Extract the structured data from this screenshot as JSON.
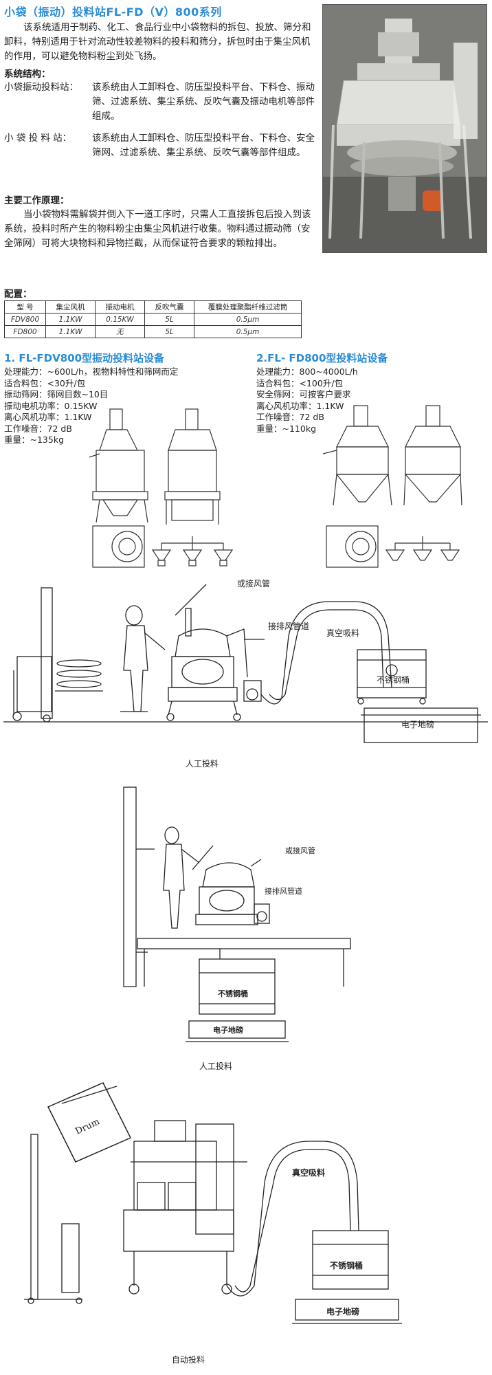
{
  "title": "小袋（振动）投料站FL-FD（V）800系列",
  "intro": "该系统适用于制药、化工、食品行业中小袋物料的拆包、投放、筛分和卸料，特别适用于针对流动性较差物料的投料和筛分，拆包时由于集尘风机的作用，可以避免物料粉尘到处飞扬。",
  "structure": {
    "heading": "系统结构：",
    "items": [
      {
        "label": "小袋振动投料站：",
        "text": "该系统由人工卸料仓、防压型投料平台、下料仓、振动筛、过滤系统、集尘系统、反吹气囊及振动电机等部件组成。"
      },
      {
        "label": "小 袋 投 料 站：",
        "text": "该系统由人工卸料仓、防压型投料平台、下料仓、安全筛网、过滤系统、集尘系统、反吹气囊等部件组成。"
      }
    ]
  },
  "principle": {
    "heading": "主要工作原理：",
    "text": "当小袋物料需解袋并倒入下一道工序时，只需人工直接拆包后投入到该系统，投料时所产生的物料粉尘由集尘风机进行收集。物料通过振动筛（安全筛网）可将大块物料和异物拦截，从而保证符合要求的颗粒排出。"
  },
  "config": {
    "heading": "配置：",
    "columns": [
      "型 号",
      "集尘风机",
      "振动电机",
      "反吹气囊",
      "覆膜处理聚酯纤维过滤筒"
    ],
    "rows": [
      [
        "FDV800",
        "1.1KW",
        "0.15KW",
        "5L",
        "0.5μm"
      ],
      [
        "FD800",
        "1.1KW",
        "无",
        "5L",
        "0.5μm"
      ]
    ]
  },
  "model1": {
    "heading": "1. FL-FDV800型振动投料站设备",
    "specs": [
      "处理能力：~600L/h，视物料特性和筛网而定",
      "适合料包：<30升/包",
      "振动筛网：筛网目数~10目",
      "振动电机功率：0.15KW",
      "离心风机功率：1.1KW",
      "工作噪音：72 dB",
      "重量：~135kg"
    ]
  },
  "model2": {
    "heading": "2.FL- FD800型投料站设备",
    "specs": [
      "处理能力：800~4000L/h",
      "适合料包：<100升/包",
      "安全筛网：可按客户要求",
      "离心风机功率：1.1KW",
      "工作噪音：72 dB",
      "重量：~110kg"
    ]
  },
  "diagram1": {
    "air_duct": "或接风管",
    "exhaust": "接排风管道",
    "vacuum": "真空吸料",
    "barrel": "不锈钢桶",
    "scale": "电子地磅",
    "caption": "人工投料"
  },
  "diagram2": {
    "air_duct": "或接风管",
    "exhaust": "接排风管道",
    "barrel": "不锈钢桶",
    "scale": "电子地磅",
    "caption": "人工投料"
  },
  "diagram3": {
    "drum": "Drum",
    "vacuum": "真空吸料",
    "barrel": "不锈钢桶",
    "scale": "电子地磅",
    "caption": "自动投料"
  }
}
